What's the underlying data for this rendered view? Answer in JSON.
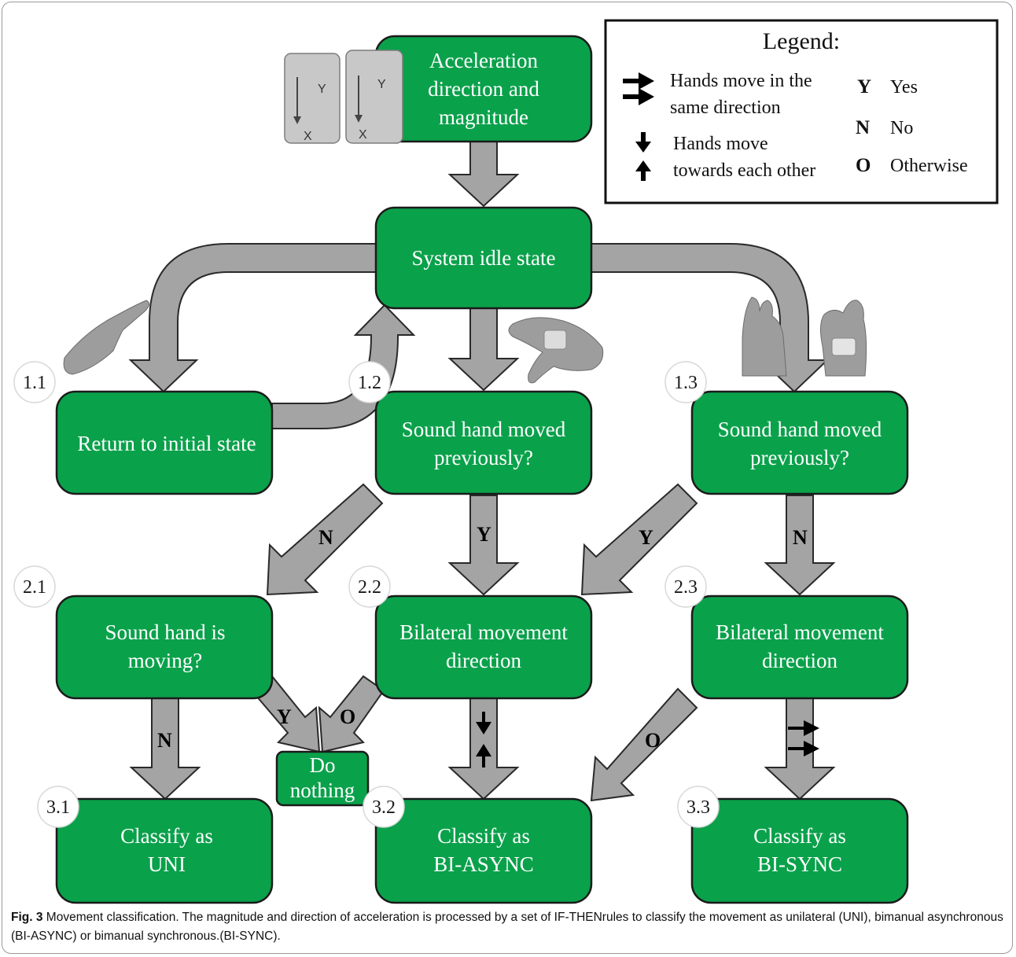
{
  "nodes": {
    "accel": [
      "Acceleration",
      "direction and",
      "magnitude"
    ],
    "idle": [
      "System idle state"
    ],
    "n11": [
      "Return to initial state"
    ],
    "n12": [
      "Sound hand moved",
      "previously?"
    ],
    "n13": [
      "Sound hand moved",
      "previously?"
    ],
    "n21": [
      "Sound hand is",
      "moving?"
    ],
    "n22": [
      "Bilateral movement",
      "direction"
    ],
    "n23": [
      "Bilateral movement",
      "direction"
    ],
    "donothing": [
      "Do",
      "nothing"
    ],
    "n31": [
      "Classify as",
      "UNI"
    ],
    "n32": [
      "Classify as",
      "BI-ASYNC"
    ],
    "n33": [
      "Classify as",
      "BI-SYNC"
    ]
  },
  "badges": {
    "b11": "1.1",
    "b12": "1.2",
    "b13": "1.3",
    "b21": "2.1",
    "b22": "2.2",
    "b23": "2.3",
    "b31": "3.1",
    "b32": "3.2",
    "b33": "3.3"
  },
  "arrow_labels": {
    "n12_to_n21": "N",
    "n12_to_n22": "Y",
    "n13_to_n22": "Y",
    "n13_to_n23": "N",
    "n21_to_n31": "N",
    "n21_to_donothing": "Y",
    "n22_to_donothing": "O",
    "n23_to_n32": "O"
  },
  "legend": {
    "title": "Legend:",
    "same_direction": [
      "Hands move in the",
      "same direction"
    ],
    "towards": [
      "Hands move",
      "towards each other"
    ],
    "keys": [
      {
        "key": "Y",
        "text": "Yes"
      },
      {
        "key": "N",
        "text": "No"
      },
      {
        "key": "O",
        "text": "Otherwise"
      }
    ]
  },
  "sensor_axes": {
    "x": "X",
    "y": "Y"
  },
  "caption": {
    "label": "Fig. 3",
    "text": " Movement classification. The magnitude and direction of acceleration is processed by a set of IF-THENrules to classify the movement as unilateral (UNI), bimanual asynchronous (BI-ASYNC) or bimanual synchronous.(BI-SYNC)."
  },
  "colors": {
    "node_fill": "#0aa14b",
    "arrow_fill": "#a4a4a4",
    "node_text": "#ffffff"
  }
}
